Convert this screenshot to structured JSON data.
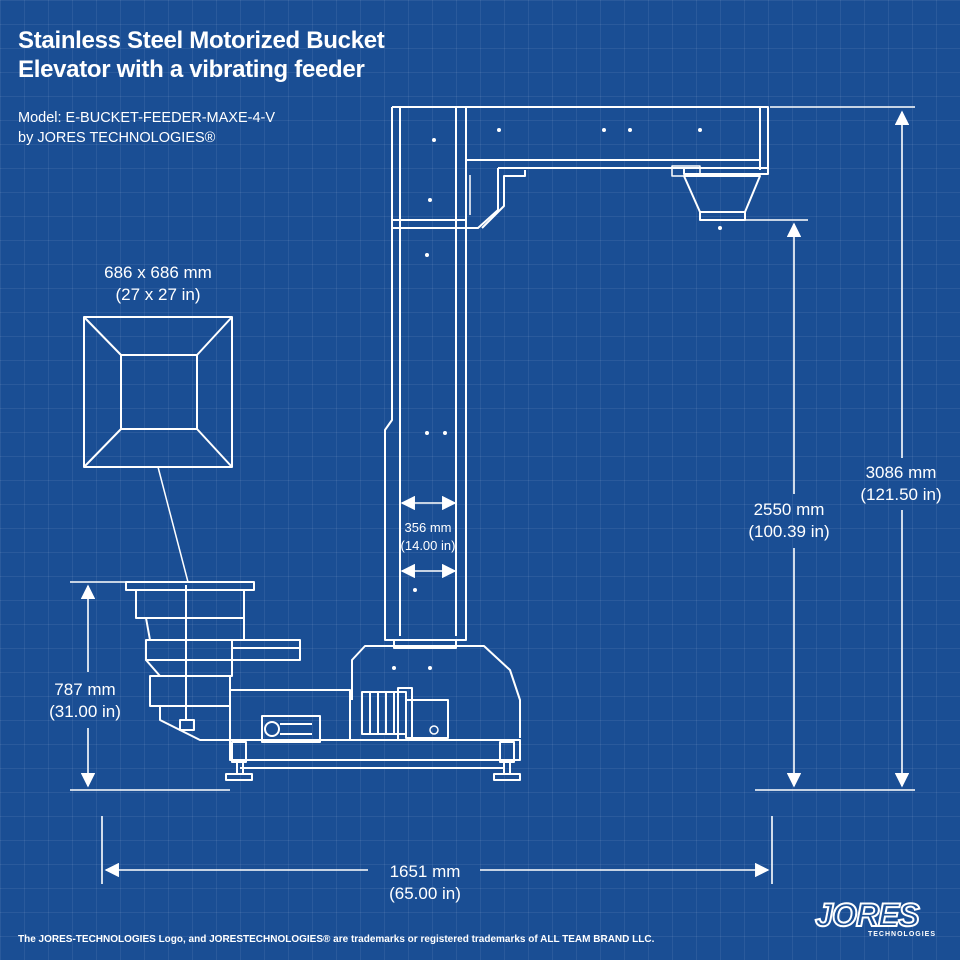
{
  "title": {
    "line1": "Stainless Steel Motorized Bucket",
    "line2": "Elevator with a vibrating feeder"
  },
  "model": {
    "line1": "Model: E-BUCKET-FEEDER-MAXE-4-V",
    "line2": "by JORES TECHNOLOGIES®"
  },
  "dimensions": {
    "hopper": {
      "metric": "686 x 686 mm",
      "imperial": "(27 x 27 in)"
    },
    "column_width": {
      "metric": "356 mm",
      "imperial": "(14.00 in)"
    },
    "discharge_height": {
      "metric": "2550 mm",
      "imperial": "(100.39 in)"
    },
    "total_height": {
      "metric": "3086 mm",
      "imperial": "(121.50 in)"
    },
    "feeder_height": {
      "metric": "787 mm",
      "imperial": "(31.00 in)"
    },
    "total_length": {
      "metric": "1651 mm",
      "imperial": "(65.00 in)"
    }
  },
  "footer": {
    "trademark": "The JORES-TECHNOLOGIES Logo, and JORESTECHNOLOGIES® are trademarks or registered trademarks of ALL TEAM BRAND LLC."
  },
  "logo": {
    "word": "JORES",
    "sub": "TECHNOLOGIES"
  },
  "colors": {
    "background": "#1a4e94",
    "line": "#ffffff"
  }
}
